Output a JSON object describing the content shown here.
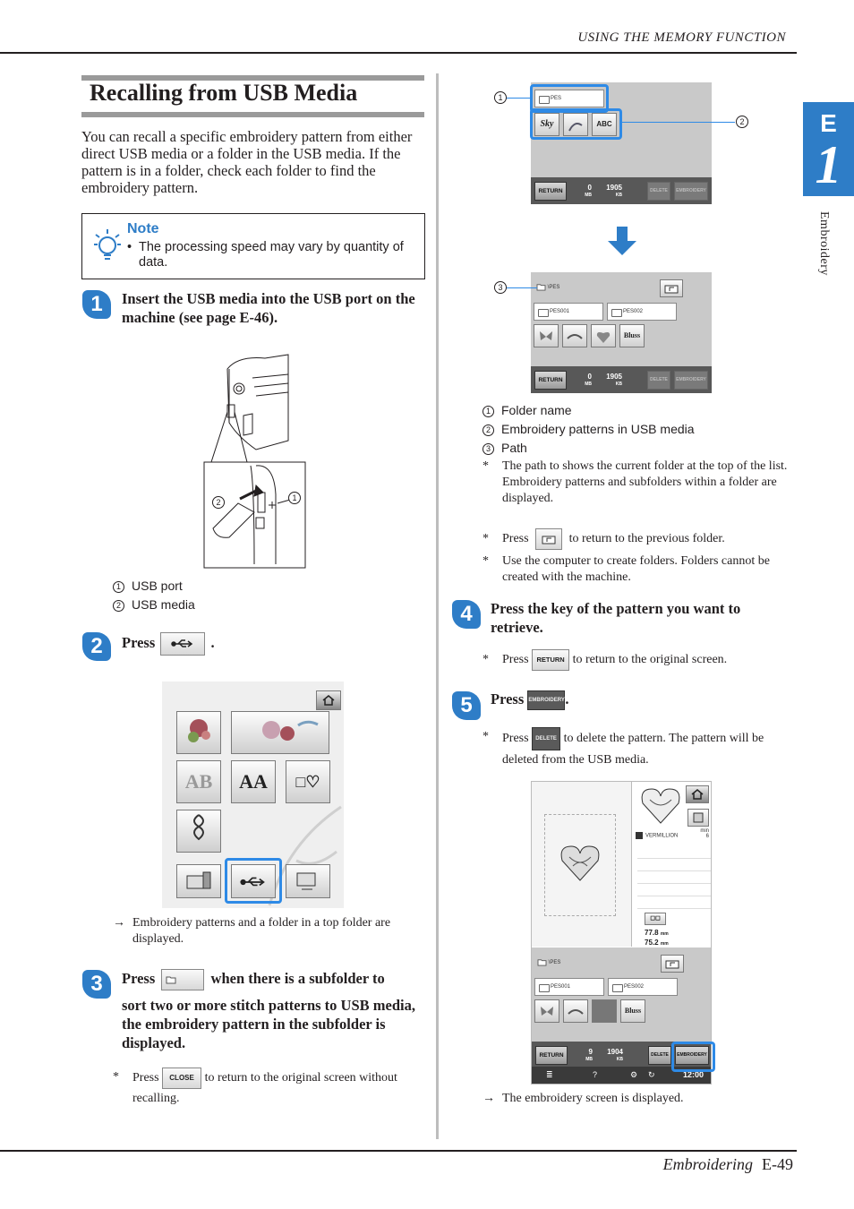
{
  "header": {
    "title": "USING THE MEMORY FUNCTION"
  },
  "side_tab": {
    "letter": "E",
    "number": "1",
    "label": "Embroidery"
  },
  "section": {
    "title": "Recalling from USB Media",
    "intro": "You can recall a specific embroidery pattern from either direct USB media or a folder in the USB media. If the pattern is in a folder, check each folder to find the embroidery pattern."
  },
  "note": {
    "title": "Note",
    "bullet": "•",
    "text": "The processing speed may vary by quantity of data."
  },
  "steps": [
    {
      "number": "1",
      "text": "Insert the USB media into the USB port on the machine (see page E-46)."
    },
    {
      "number": "2",
      "text_before": "Press",
      "text_after": "."
    },
    {
      "number": "3",
      "text_before": "Press",
      "text_after": "when there is a subfolder to",
      "text_cont": "sort two or more stitch patterns to USB media, the embroidery pattern in the subfolder is displayed."
    },
    {
      "number": "4",
      "text": "Press the key of the pattern you want to retrieve."
    },
    {
      "number": "5",
      "text_before": "Press",
      "text_after": "."
    }
  ],
  "illustration_usb": {
    "legend": [
      {
        "num": "1",
        "label": "USB port"
      },
      {
        "num": "2",
        "label": "USB media"
      }
    ]
  },
  "step2_result": {
    "mark": "→",
    "text": "Embroidery patterns and a folder in a top folder are displayed."
  },
  "step3_note": {
    "mark": "*",
    "before": "Press",
    "button": "CLOSE",
    "after": "to return to the original screen without recalling."
  },
  "screen_a": {
    "folder": "PES",
    "patterns": [
      "Sky",
      "",
      "ABC"
    ],
    "return_label": "RETURN",
    "mem_left": "0",
    "mem_left_unit": "MB",
    "mem_right": "1905",
    "mem_right_unit": "KB",
    "delete_label": "DELETE",
    "embroidery_label": "EMBROIDERY"
  },
  "screen_b": {
    "path": "\\PES",
    "folders": [
      "PES001",
      "PES002"
    ],
    "patterns": [
      "",
      "",
      "",
      "Bluss"
    ],
    "return_label": "RETURN",
    "mem_left": "0",
    "mem_left_unit": "MB",
    "mem_right": "1905",
    "mem_right_unit": "KB",
    "delete_label": "DELETE",
    "embroidery_label": "EMBROIDERY"
  },
  "right_legend": [
    {
      "num": "1",
      "label": "Folder name"
    },
    {
      "num": "2",
      "label": "Embroidery patterns in USB media"
    },
    {
      "num": "3",
      "label": "Path"
    }
  ],
  "right_notes": {
    "path_note": "The path to shows the current folder at the top of the list.",
    "path_note2": "Embroidery patterns and subfolders within a folder are displayed.",
    "back_before": "Press",
    "back_after": "to return to the previous folder.",
    "folder_note": "Use the computer to create folders. Folders cannot be created with the machine.",
    "mark": "*"
  },
  "step4_note": {
    "mark": "*",
    "before": "Press",
    "button": "RETURN",
    "after": "to return to the original screen."
  },
  "step5_button": "EMBROIDERY",
  "step5_note": {
    "mark": "*",
    "before": "Press",
    "button": "DELETE",
    "after": "to delete the pattern. The pattern will be deleted from the USB media."
  },
  "screen_c": {
    "thread_name": "VERMILLION",
    "thread_min": "min",
    "thread_time": "6",
    "width": "77.8",
    "height": "75.2",
    "unit": "mm",
    "path": "\\PES",
    "folders": [
      "PES001",
      "PES002"
    ],
    "return_label": "RETURN",
    "mem_left": "9",
    "mem_left_unit": "MB",
    "mem_right": "1904",
    "mem_right_unit": "KB",
    "delete_label": "DELETE",
    "embroidery_label": "EMBROIDERY",
    "clock": "12:00"
  },
  "step5_result": {
    "mark": "→",
    "text": "The embroidery screen is displayed."
  },
  "footer": {
    "section": "Embroidering",
    "page": "E-49"
  },
  "colors": {
    "accent": "#2e7dc7",
    "highlight": "#2e8ae6",
    "rule": "#231f20"
  }
}
